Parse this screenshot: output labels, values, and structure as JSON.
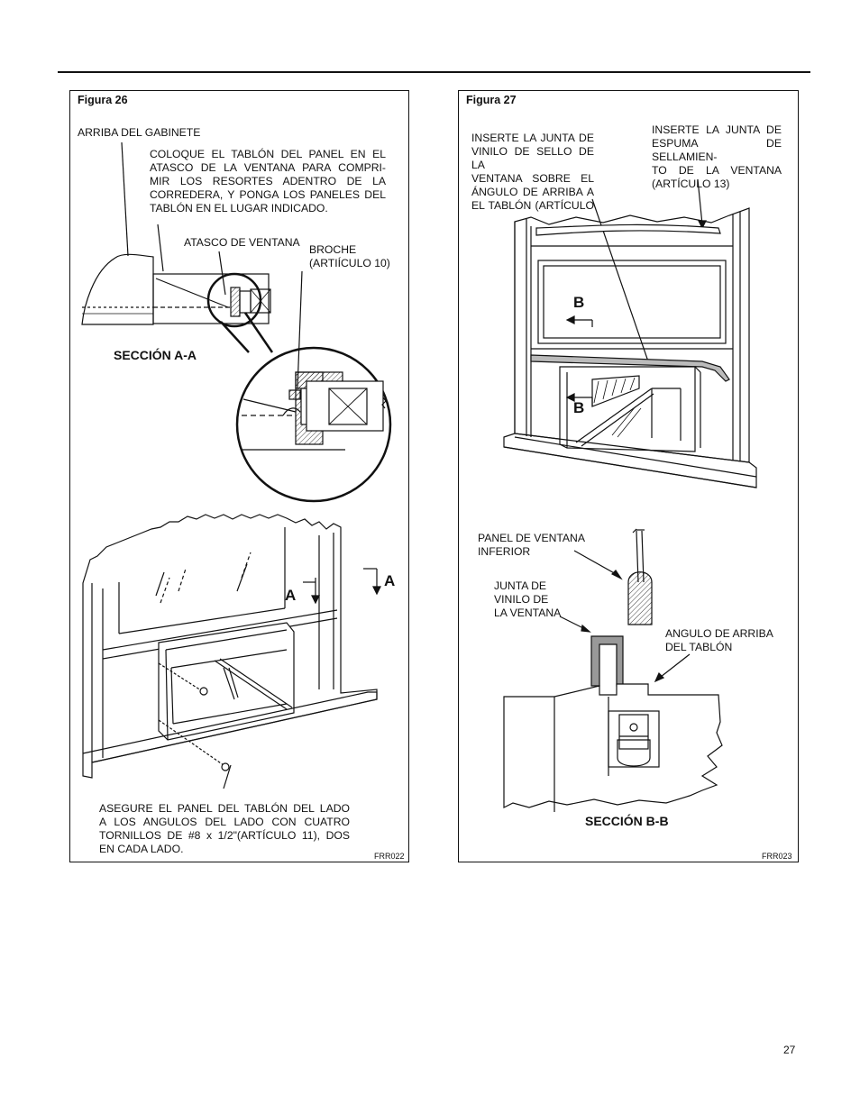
{
  "figure26": {
    "title": "Figura 26",
    "label_top": "ARRIBA DEL GABINETE",
    "instructions": [
      "COLOQUE EL TABLÓN DEL PANEL EN EL",
      "ATASCO DE LA VENTANA PARA COMPRI-",
      "MIR LOS RESORTES ADENTRO DE LA",
      "CORREDERA, Y PONGA LOS PANELES DEL",
      "TABLÓN EN EL LUGAR INDICADO."
    ],
    "label_jam": "ATASCO DE VENTANA",
    "label_clip": [
      "BROCHE",
      "(ARTIÍCULO 10)"
    ],
    "section_label": "SECCIÓN A-A",
    "marker": "A",
    "bottom_text": [
      "ASEGURE EL PANEL DEL TABLÓN DEL LADO",
      "A LOS ANGULOS DEL LADO CON CUATRO",
      "TORNILLOS DE #8 x 1/2\"(ARTÍCULO 11), DOS",
      "EN CADA LADO."
    ],
    "code": "FRR022"
  },
  "figure27": {
    "title": "Figura 27",
    "label_vinyl": [
      "INSERTE LA JUNTA DE",
      "VINILO DE SELLO DE LA",
      "VENTANA SOBRE EL",
      "ÁNGULO DE ARRIBA A",
      "EL TABLÓN (ARTÍCULO"
    ],
    "label_foam": [
      "INSERTE LA JUNTA DE",
      "ESPUMA DE SELLAMIEN-",
      "TO DE LA VENTANA",
      "(ARTÍCULO 13)"
    ],
    "marker": "B",
    "label_lower_panel": [
      "PANEL DE VENTANA",
      "INFERIOR"
    ],
    "label_gasket": [
      "JUNTA DE",
      "VINILO DE",
      "LA VENTANA"
    ],
    "label_angle": [
      "ANGULO DE ARRIBA",
      "DEL TABLÓN"
    ],
    "section_label": "SECCIÓN B-B",
    "code": "FRR023"
  },
  "page_number": "27"
}
